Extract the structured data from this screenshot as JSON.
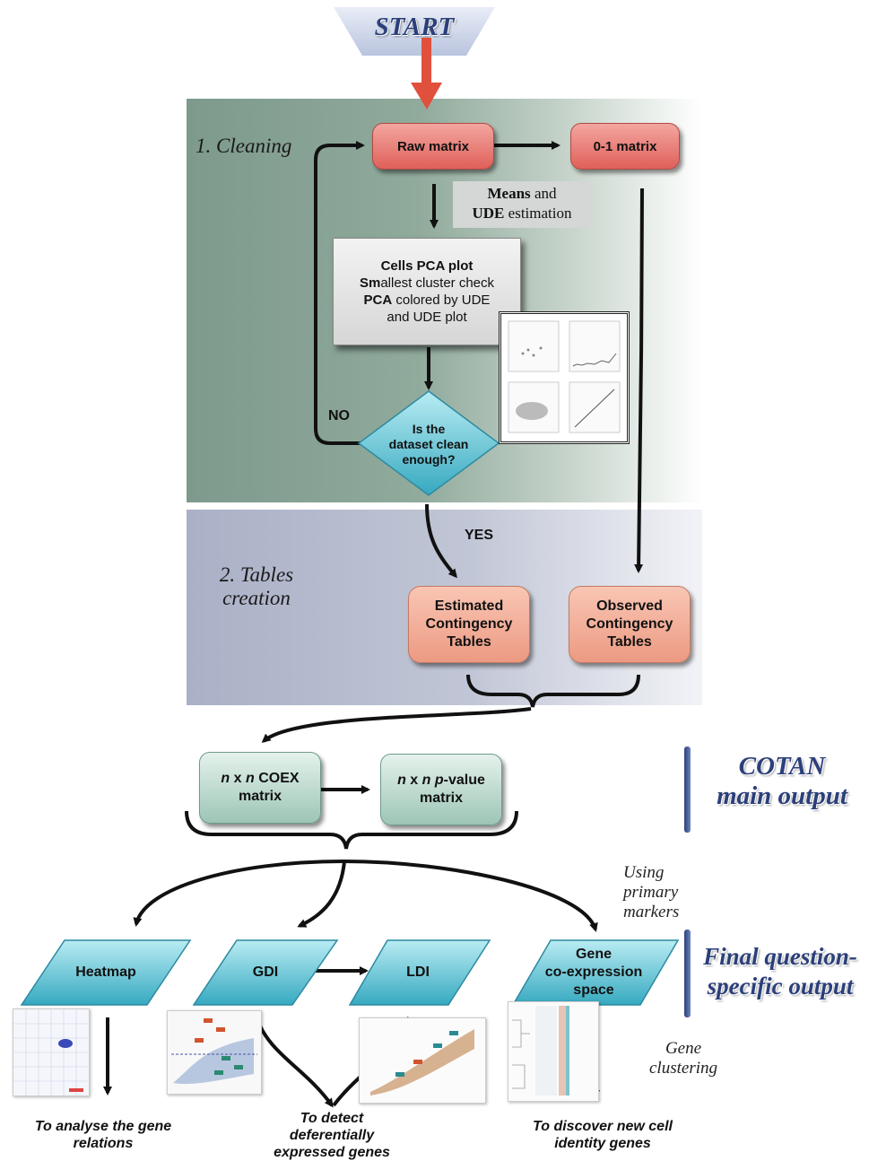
{
  "start": {
    "label": "START"
  },
  "stage1": {
    "title": "1. Cleaning",
    "raw_matrix": "Raw matrix",
    "binary_matrix": "0-1 matrix",
    "means_note": {
      "means": "Means",
      "and": " and",
      "ude": "UDE",
      "estimation": " estimation"
    },
    "checks": {
      "line1": "Cells PCA plot",
      "line2_bold": "Sm",
      "line2_rest": "allest cluster check",
      "line3_bold": "PCA",
      "line3_rest": " colored by UDE",
      "line4": "and UDE plot"
    },
    "decision": "Is the\ndataset clean\nenough?",
    "no_label": "NO",
    "yes_label": "YES"
  },
  "stage2": {
    "title": "2. Tables\ncreation",
    "estimated": "Estimated\nContingency\nTables",
    "observed": "Observed\nContingency\nTables"
  },
  "main_output": {
    "coex": {
      "n1": "n",
      "x": " x ",
      "n2": "n",
      "rest": " COEX",
      "line2": "matrix"
    },
    "pvalue": {
      "n1": "n",
      "x": " x ",
      "n2": "n",
      "sp": " ",
      "p": "p",
      "rest": "-value",
      "line2": "matrix"
    },
    "heading": "COTAN\nmain output"
  },
  "final": {
    "heatmap": "Heatmap",
    "gdi": "GDI",
    "ldi": "LDI",
    "gene_space": "Gene\nco-expression\nspace",
    "using_markers": "Using\nprimary\nmarkers",
    "gene_clustering": "Gene\nclustering",
    "heading": "Final question-\nspecific output",
    "caption_heatmap": "To analyse the gene\nrelations",
    "caption_gdi": "To detect\ndeferentially\nexpressed genes",
    "caption_space": "To discover new cell\nidentity genes"
  },
  "colors": {
    "red_box": "#e0605a",
    "salmon_box": "#ec9a82",
    "green_box": "#9dc5b6",
    "cyan": "#3fb7cc",
    "accent_blue": "#2b3f7a"
  }
}
